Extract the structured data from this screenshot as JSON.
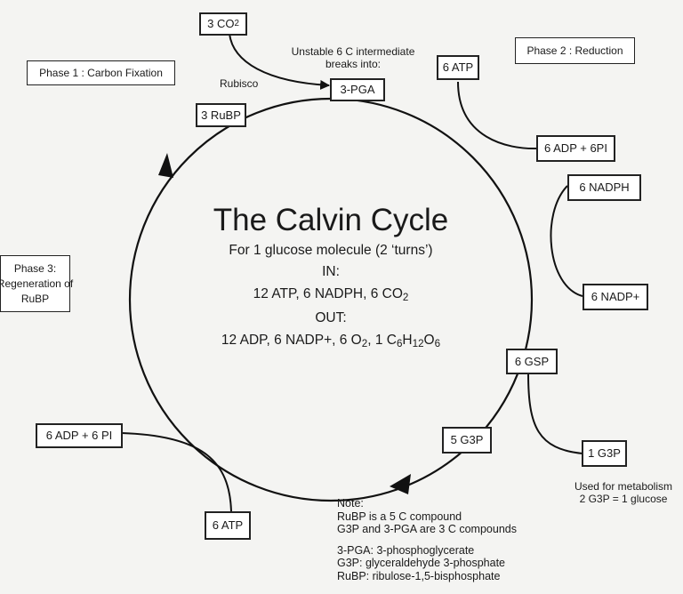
{
  "title": "The Calvin Cycle",
  "subtitle": "For 1 glucose molecule (2 ‘turns’)",
  "in_label": "IN:",
  "in_value": [
    "12 ATP, 6 NADPH, 6 CO",
    "2"
  ],
  "out_label": "OUT:",
  "out_value": [
    "12 ADP, 6 NADP+, 6 O",
    "2",
    ", 1 C",
    "6",
    "H",
    "12",
    "O",
    "6"
  ],
  "phases": {
    "phase1": "Phase 1 : Carbon Fixation",
    "phase2": "Phase 2 : Reduction",
    "phase3": [
      "Phase 3:",
      "Regeneration of",
      "RuBP"
    ]
  },
  "boxes": {
    "co2": [
      "3 CO",
      "2"
    ],
    "pga": "3-PGA",
    "rubp": "3 RuBP",
    "atp_top": "6 ATP",
    "adp_top": "6 ADP + 6PI",
    "nadph": "6 NADPH",
    "nadp": "6 NADP+",
    "gsp": "6 GSP",
    "g3p_one": "1 G3P",
    "g3p_five": "5 G3P",
    "adp_left": "6 ADP + 6 PI",
    "atp_bottom": "6 ATP"
  },
  "labels": {
    "rubisco": "Rubisco",
    "unstable": [
      "Unstable 6 C intermediate",
      "breaks into:"
    ],
    "metabolism": [
      "Used for metabolism",
      "2 G3P = 1 glucose"
    ]
  },
  "note": [
    "Note:",
    "RuBP is a 5 C compound",
    "G3P and 3-PGA are 3 C compounds",
    "3-PGA: 3-phosphoglycerate",
    "G3P: glyceraldehyde 3-phosphate",
    "RuBP: ribulose-1,5-bisphosphate"
  ]
}
